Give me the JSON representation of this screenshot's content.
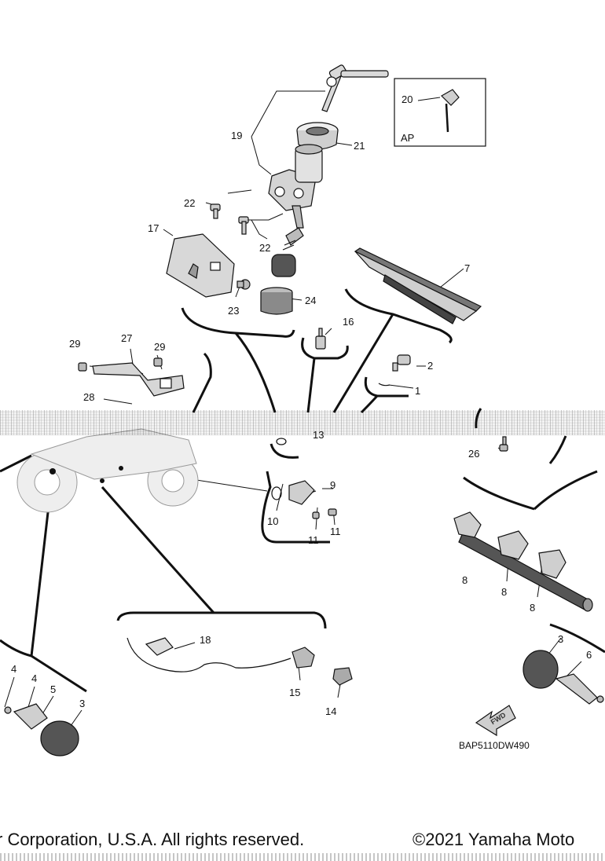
{
  "callouts": {
    "c1": "1",
    "c2": "2",
    "c3a": "3",
    "c3b": "3",
    "c4a": "4",
    "c4b": "4",
    "c5": "5",
    "c6": "6",
    "c7": "7",
    "c8a": "8",
    "c8b": "8",
    "c8c": "8",
    "c9": "9",
    "c10": "10",
    "c11a": "11",
    "c11b": "11",
    "c13": "13",
    "c14": "14",
    "c15": "15",
    "c16": "16",
    "c17": "17",
    "c18": "18",
    "c19": "19",
    "c20": "20",
    "c21": "21",
    "c22a": "22",
    "c22b": "22",
    "c23": "23",
    "c24": "24",
    "c26": "26",
    "c27": "27",
    "c28": "28",
    "c29a": "29",
    "c29b": "29"
  },
  "ap_box": {
    "label": "AP"
  },
  "fwd_arrow": {
    "label": "FWD"
  },
  "diagram_code": "BAP5110DW490",
  "footer": {
    "left_text": "r Corporation, U.S.A. All rights reserved.",
    "right_text": "©2021 Yamaha Moto"
  },
  "colors": {
    "line": "#111111",
    "part_fill": "#d9d9d9",
    "part_dark": "#8a8a8a",
    "background": "#ffffff"
  }
}
